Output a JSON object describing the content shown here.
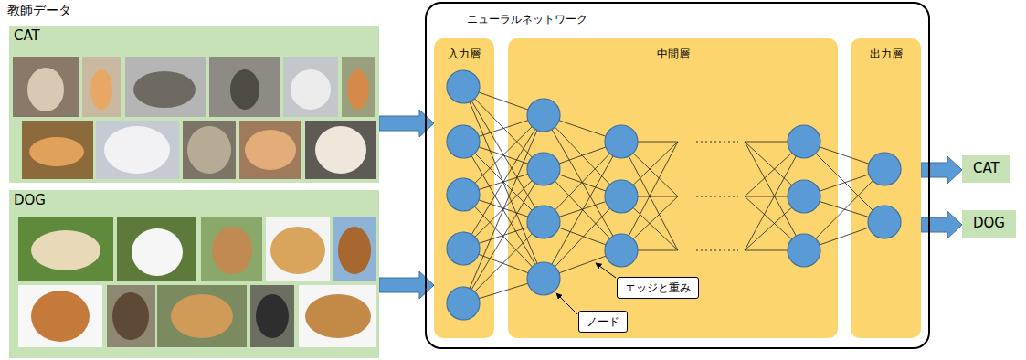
{
  "diagram": {
    "nodes": [
      {
        "text": [
          "CAT"
        ]
      },
      {
        "text": [
          "DOG"
        ]
      },
      {
        "text": [
          "ニューラルネットワーク"
        ]
      },
      {
        "text": [
          "入力層"
        ],
        "in": 2
      },
      {
        "text": [
          "中間層"
        ],
        "in": 2
      },
      {
        "text": [
          "出力層"
        ],
        "in": 2
      },
      {
        "text": [
          "エッジと重み"
        ],
        "in": 4
      },
      {
        "text": [
          "ノード"
        ],
        "in": 4
      },
      {
        "text": [
          "CAT"
        ]
      },
      {
        "text": [
          "DOG"
        ]
      }
    ],
    "edges": [
      {
        "from": 0,
        "to": 3,
        "arrow": "to"
      },
      {
        "from": 1,
        "to": 3,
        "arrow": "to"
      },
      {
        "from": 5,
        "to": 8,
        "arrow": "to"
      },
      {
        "from": 5,
        "to": 9,
        "arrow": "to"
      }
    ],
    "labels": [
      "教師データ"
    ]
  }
}
